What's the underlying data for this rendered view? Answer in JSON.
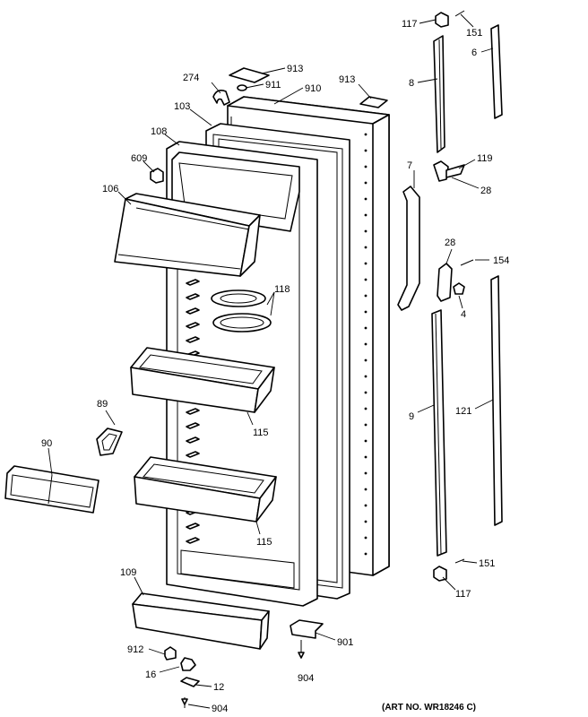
{
  "diagram": {
    "art_number": "(ART NO. WR18246 C)",
    "callouts": {
      "c117_top": "117",
      "c151_top": "151",
      "c6": "6",
      "c8": "8",
      "c913_a": "913",
      "c274": "274",
      "c911": "911",
      "c910": "910",
      "c913_b": "913",
      "c103": "103",
      "c108": "108",
      "c609": "609",
      "c106": "106",
      "c7": "7",
      "c119": "119",
      "c28_a": "28",
      "c28_b": "28",
      "c154": "154",
      "c4": "4",
      "c118": "118",
      "c115_a": "115",
      "c115_b": "115",
      "c89": "89",
      "c90": "90",
      "c9": "9",
      "c121": "121",
      "c151_bot": "151",
      "c117_bot": "117",
      "c109": "109",
      "c901": "901",
      "c912": "912",
      "c16": "16",
      "c12": "12",
      "c904_a": "904",
      "c904_b": "904"
    }
  }
}
